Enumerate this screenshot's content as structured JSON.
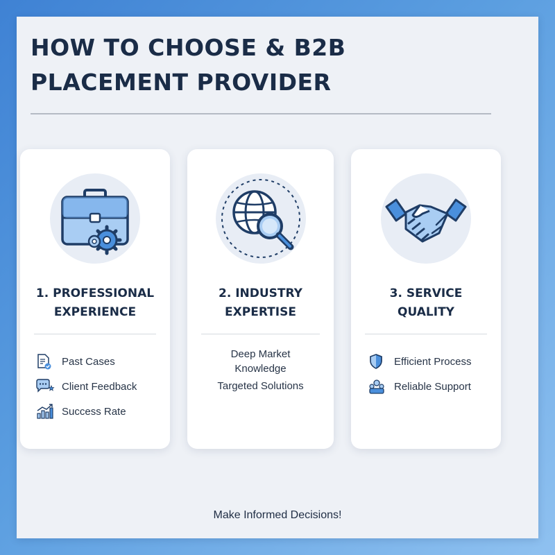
{
  "header": {
    "title_line1": "HOW TO CHOOSE & B2B",
    "title_line2": "PLACEMENT PROVIDER"
  },
  "cards": [
    {
      "icon": "briefcase-gears-icon",
      "title_line1": "1. PROFESSIONAL",
      "title_line2": "EXPERIENCE",
      "items": [
        {
          "icon": "document-check-icon",
          "label": "Past Cases"
        },
        {
          "icon": "chat-stars-icon",
          "label": "Client Feedback"
        },
        {
          "icon": "bar-chart-trend-icon",
          "label": "Success Rate"
        }
      ]
    },
    {
      "icon": "globe-magnifier-icon",
      "title_line1": "2. INDUSTRY",
      "title_line2": "EXPERTISE",
      "items": [
        {
          "label": "Deep Market"
        },
        {
          "label": "Knowledge"
        },
        {
          "label": "Targeted Solutions"
        }
      ]
    },
    {
      "icon": "handshake-icon",
      "title_line1": "3. SERVICE",
      "title_line2": "QUALITY",
      "items": [
        {
          "icon": "shield-icon",
          "label": "Efficient Process"
        },
        {
          "icon": "support-team-icon",
          "label": "Reliable Support"
        }
      ]
    }
  ],
  "footer": {
    "text": "Make Informed Decisions!"
  },
  "colors": {
    "accent": "#4a8fdc",
    "accent_light": "#a9cdf3",
    "dark_text": "#1a2c47",
    "panel": "#eef1f6"
  }
}
